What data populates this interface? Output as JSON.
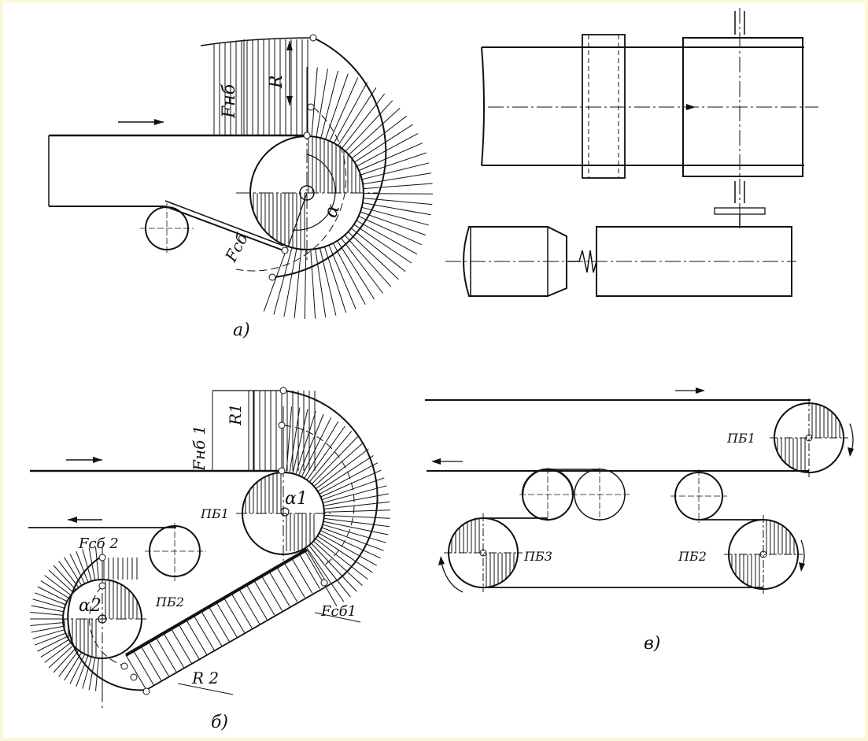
{
  "panel_a": {
    "f_nb": "Fнб",
    "r": "R",
    "alpha": "α",
    "f_sb": "Fсб",
    "caption": "а)"
  },
  "panel_b": {
    "f_nb1": "Fнб 1",
    "r1": "R1",
    "alpha1": "α1",
    "pb1": "ПБ1",
    "f_sb2": "Fсб 2",
    "pb2": "ПБ2",
    "alpha2": "α2",
    "f_sb1": "Fсб1",
    "r2": "R 2",
    "caption": "б)"
  },
  "panel_c": {
    "pb1": "ПБ1",
    "pb3": "ПБ3",
    "pb2": "ПБ2",
    "caption": "в)"
  },
  "colors": {
    "background": "#fbf8da",
    "ink": "#111111"
  }
}
